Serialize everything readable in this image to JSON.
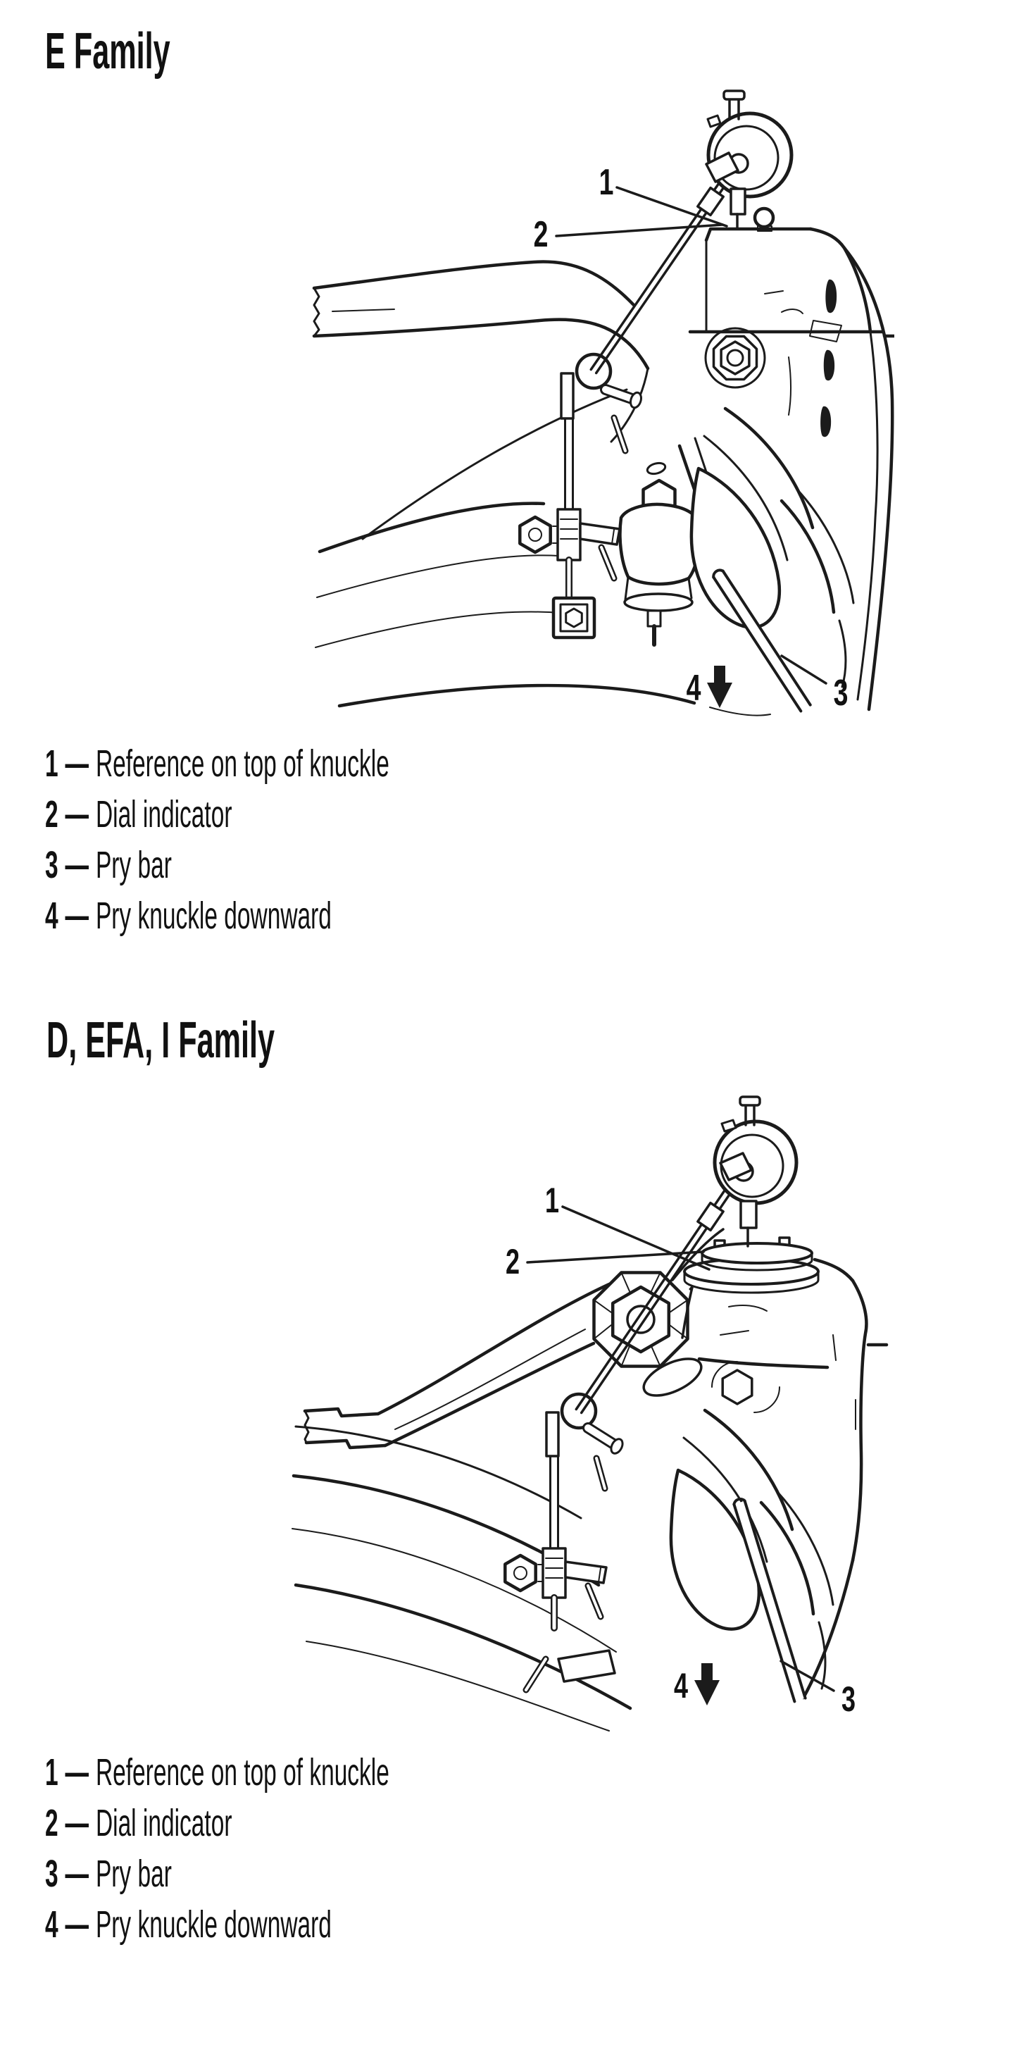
{
  "page": {
    "background": "#ffffff",
    "ink": "#1b1b1b"
  },
  "sections": [
    {
      "heading": "E Family",
      "figure": {
        "callouts": {
          "c1": "1",
          "c2": "2",
          "c3": "3",
          "c4": "4"
        }
      },
      "legend": [
        {
          "num": "1",
          "sep": "—",
          "label": "Reference on top of knuckle"
        },
        {
          "num": "2",
          "sep": "—",
          "label": "Dial indicator"
        },
        {
          "num": "3",
          "sep": "—",
          "label": "Pry bar"
        },
        {
          "num": "4",
          "sep": "—",
          "label": "Pry knuckle downward"
        }
      ]
    },
    {
      "heading": "D, EFA, I Family",
      "figure": {
        "callouts": {
          "c1": "1",
          "c2": "2",
          "c3": "3",
          "c4": "4"
        }
      },
      "legend": [
        {
          "num": "1",
          "sep": "—",
          "label": "Reference on top of knuckle"
        },
        {
          "num": "2",
          "sep": "—",
          "label": "Dial indicator"
        },
        {
          "num": "3",
          "sep": "—",
          "label": "Pry bar"
        },
        {
          "num": "4",
          "sep": "—",
          "label": "Pry knuckle downward"
        }
      ]
    }
  ]
}
